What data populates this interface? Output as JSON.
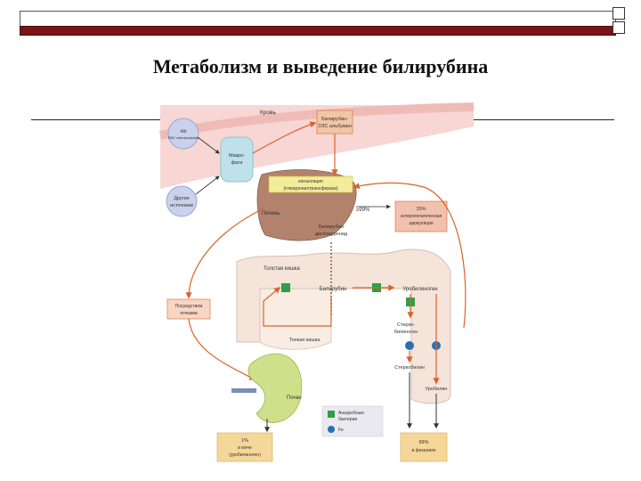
{
  "slide": {
    "title": "Метаболизм и выведение билирубина"
  },
  "diagram": {
    "blood_label": "Кровь",
    "blood_bilirubin": [
      "Билирубин-",
      "ЗЭС альбумин"
    ],
    "source_hb": [
      "Hb",
      "RBC sirkulyasiyada"
    ],
    "macrophages": [
      "Макро-",
      "фаги"
    ],
    "other_sources": [
      "Другие",
      "источники"
    ],
    "conjugation": [
      "конъюгация",
      "(глюкуронилтрансфераза)"
    ],
    "liver_label": "Печень",
    "bile_percent": "≥99%",
    "bile_bilirubin": [
      "Билирубин",
      "диглюкуронид"
    ],
    "enterohepatic": [
      "15%",
      "энтерогепатическая",
      "циркуляция"
    ],
    "colon_label": "Толстая кишка",
    "intestine_bilirubin": "Билирубин",
    "urobilinogen": "Уробилиноген",
    "stercobilinogen": [
      "Стерко-",
      "билиноген"
    ],
    "stercobilin": "Стеркобилин",
    "urobilin": "Уробилин",
    "small_intestine": "Тонкая кишка",
    "dermal": [
      "Посредством",
      "почками"
    ],
    "kidney_label": "Почки",
    "urine_out": [
      "1%",
      "в моче",
      "(уробилиноген)"
    ],
    "feces_out": [
      "99%",
      "в фекалиях"
    ],
    "legend": {
      "bacteria": [
        "Анаэробные",
        "бактерии"
      ],
      "enzyme": "Fe"
    }
  }
}
